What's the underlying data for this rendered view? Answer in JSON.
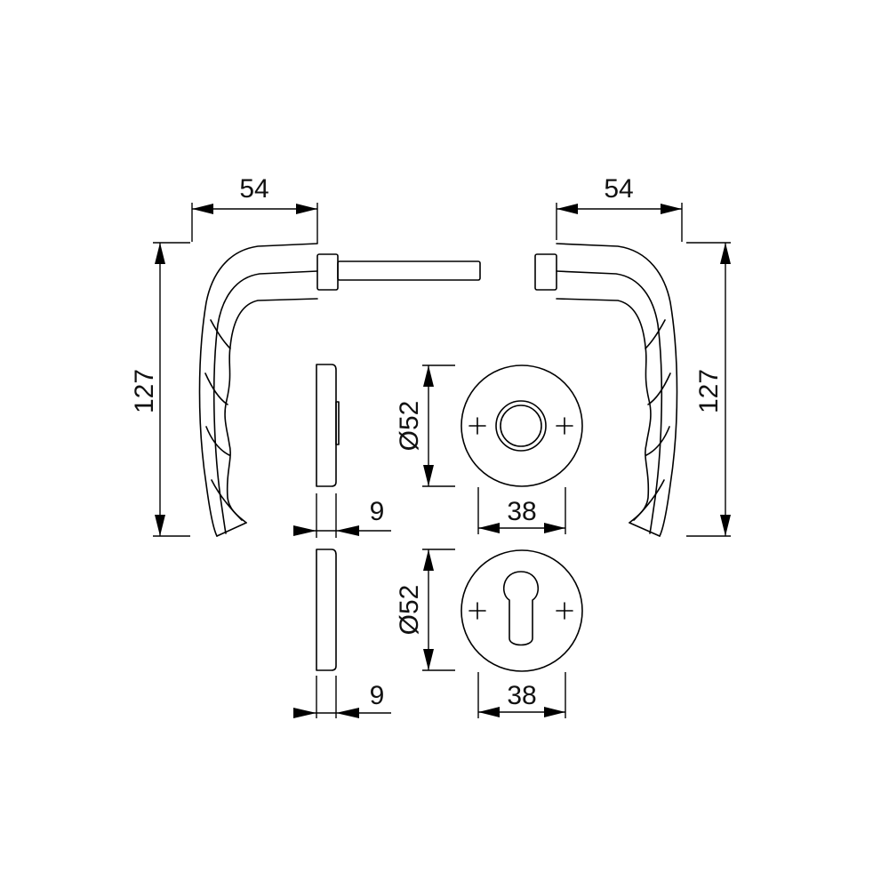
{
  "drawing": {
    "colors": {
      "line": "#000000",
      "background": "#ffffff"
    },
    "left_handle": {
      "width_label": "54",
      "height_label": "127"
    },
    "right_handle": {
      "width_label": "54",
      "height_label": "127"
    },
    "rose_round": {
      "diameter_label": "Ø52",
      "width_label": "38",
      "thickness_label": "9"
    },
    "rose_profile_cylinder": {
      "diameter_label": "Ø52",
      "width_label": "38",
      "thickness_label": "9"
    }
  }
}
